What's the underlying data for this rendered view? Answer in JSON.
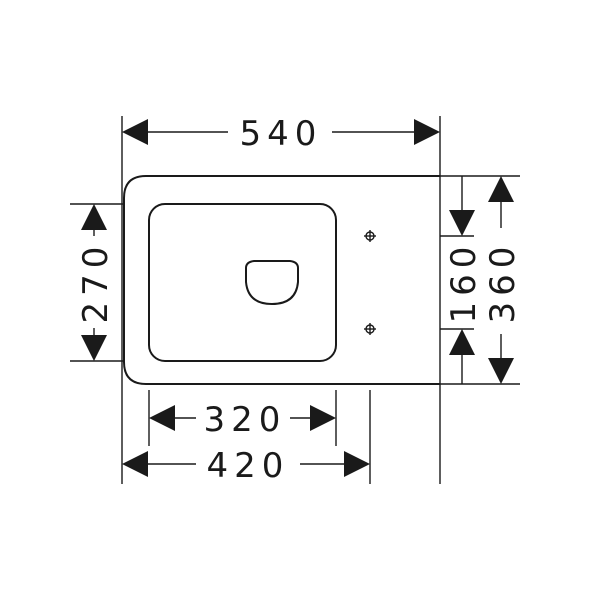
{
  "drawing": {
    "dimensions": {
      "overall_length": "540",
      "overall_width": "360",
      "bowl_width": "270",
      "fixing_spacing": "160",
      "bowl_length": "320",
      "fixing_to_front": "420"
    },
    "colors": {
      "line": "#1a1a1a",
      "background": "#ffffff"
    }
  }
}
